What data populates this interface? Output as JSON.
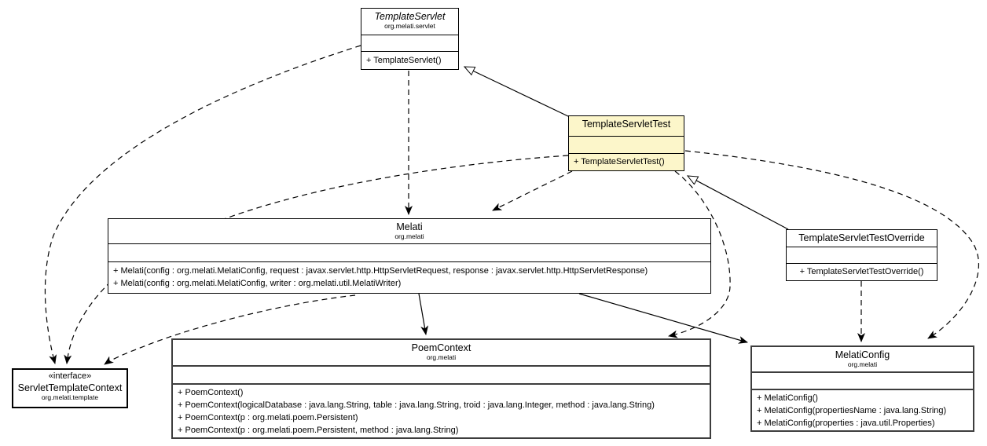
{
  "colors": {
    "highlight_class_bg": "#FCF6CA",
    "node_bg": "#FFFFFF",
    "line": "#000000"
  },
  "classes": {
    "templateServlet": {
      "name": "TemplateServlet",
      "package": "org.melati.servlet",
      "methods": [
        "+ TemplateServlet()"
      ]
    },
    "templateServletTest": {
      "name": "TemplateServletTest",
      "methods": [
        "+ TemplateServletTest()"
      ]
    },
    "melati": {
      "name": "Melati",
      "package": "org.melati",
      "methods": [
        "+ Melati(config : org.melati.MelatiConfig, request : javax.servlet.http.HttpServletRequest, response : javax.servlet.http.HttpServletResponse)",
        "+ Melati(config : org.melati.MelatiConfig, writer : org.melati.util.MelatiWriter)"
      ]
    },
    "templateServletTestOverride": {
      "name": "TemplateServletTestOverride",
      "methods": [
        "+ TemplateServletTestOverride()"
      ]
    },
    "poemContext": {
      "name": "PoemContext",
      "package": "org.melati",
      "methods": [
        "+ PoemContext()",
        "+ PoemContext(logicalDatabase : java.lang.String, table : java.lang.String, troid : java.lang.Integer, method : java.lang.String)",
        "+ PoemContext(p : org.melati.poem.Persistent)",
        "+ PoemContext(p : org.melati.poem.Persistent, method : java.lang.String)"
      ]
    },
    "melatiConfig": {
      "name": "MelatiConfig",
      "package": "org.melati",
      "methods": [
        "+ MelatiConfig()",
        "+ MelatiConfig(propertiesName : java.lang.String)",
        "+ MelatiConfig(properties : java.util.Properties)"
      ]
    },
    "servletTemplateContext": {
      "stereotype": "«interface»",
      "name": "ServletTemplateContext",
      "package": "org.melati.template"
    }
  },
  "relations": [
    {
      "from": "TemplateServletTest",
      "to": "TemplateServlet",
      "type": "generalization"
    },
    {
      "from": "TemplateServletTestOverride",
      "to": "TemplateServletTest",
      "type": "generalization"
    },
    {
      "from": "TemplateServlet",
      "to": "Melati",
      "type": "dependency"
    },
    {
      "from": "TemplateServletTest",
      "to": "Melati",
      "type": "dependency"
    },
    {
      "from": "TemplateServletTest",
      "to": "PoemContext",
      "type": "dependency"
    },
    {
      "from": "TemplateServletTest",
      "to": "MelatiConfig",
      "type": "dependency"
    },
    {
      "from": "TemplateServletTest",
      "to": "ServletTemplateContext",
      "type": "dependency"
    },
    {
      "from": "TemplateServlet",
      "to": "ServletTemplateContext",
      "type": "dependency"
    },
    {
      "from": "Melati",
      "to": "ServletTemplateContext",
      "type": "dependency"
    },
    {
      "from": "Melati",
      "to": "PoemContext",
      "type": "association"
    },
    {
      "from": "Melati",
      "to": "MelatiConfig",
      "type": "association"
    },
    {
      "from": "TemplateServletTestOverride",
      "to": "MelatiConfig",
      "type": "dependency"
    }
  ]
}
